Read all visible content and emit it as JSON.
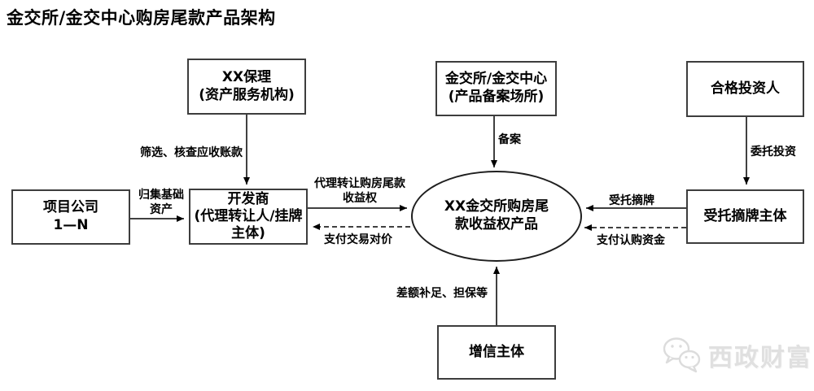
{
  "title": "金交所/金交中心购房尾款产品架构",
  "nodes": {
    "factoring": {
      "line1": "XX保理",
      "line2": "(资产服务机构)"
    },
    "exchange": {
      "line1": "金交所/金交中心",
      "line2": "(产品备案场所)"
    },
    "qualified_investor": {
      "label": "合格投资人"
    },
    "project_company": {
      "line1": "项目公司",
      "line2": "1—N"
    },
    "developer": {
      "line1": "开发商",
      "line2": "(代理转让人/挂牌主体)"
    },
    "product": {
      "line1": "XX金交所购房尾",
      "line2": "款收益权产品"
    },
    "trustee": {
      "label": "受托摘牌主体"
    },
    "credit_enhancer": {
      "label": "增信主体"
    }
  },
  "edges": {
    "screening": {
      "label": "筛选、核查应收账款"
    },
    "collect_assets": {
      "line1": "归集基础",
      "line2": "资产"
    },
    "filing": {
      "label": "备案"
    },
    "entrust_investment": {
      "label": "委托投资"
    },
    "agent_transfer": {
      "line1": "代理转让购房尾款",
      "line2": "收益权"
    },
    "pay_consideration": {
      "label": "支付交易对价"
    },
    "entrusted_delisting": {
      "label": "受托摘牌"
    },
    "pay_subscription": {
      "label": "支付认购资金"
    },
    "credit_support": {
      "label": "差额补足、担保等"
    }
  },
  "watermark": {
    "text": "西政财富",
    "icon": "wechat-logo"
  },
  "colors": {
    "background": "#ffffff",
    "box_border": "#3d3d3d",
    "line": "#000000",
    "text": "#000000",
    "watermark": "#e0e0e0"
  }
}
